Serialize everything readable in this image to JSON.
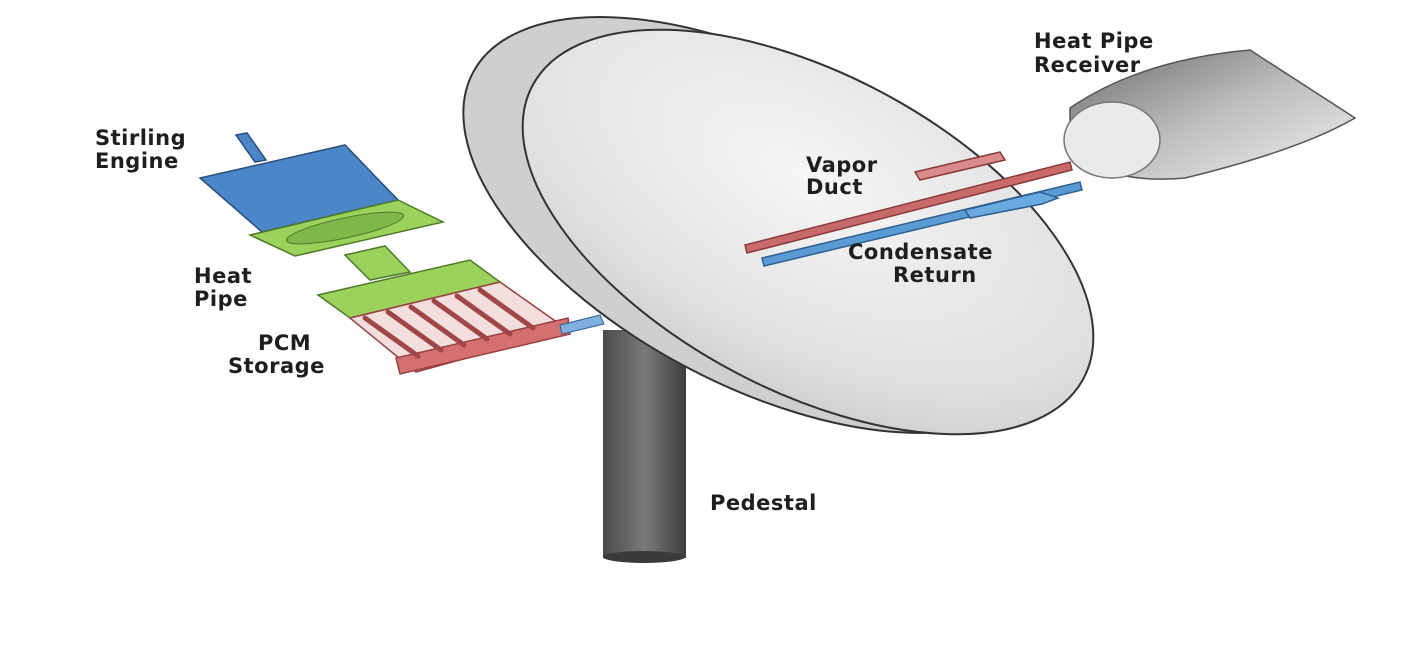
{
  "labels": {
    "heat_pipe_receiver": [
      "Heat Pipe",
      "Receiver"
    ],
    "stirling_engine": [
      "Stirling",
      "Engine"
    ],
    "vapor_duct": [
      "Vapor",
      "Duct"
    ],
    "condensate_return": [
      "Condensate",
      "Return"
    ],
    "heat_pipe": [
      "Heat",
      "Pipe"
    ],
    "pcm_storage": [
      "PCM",
      "Storage"
    ],
    "pedestal": "Pedestal"
  },
  "colors": {
    "engine_blue": "#4a86c8",
    "heat_pipe_green": "#9bd25c",
    "pcm_red": "#d4706f",
    "vapor_red": "#c96a6a",
    "condensate_blue": "#5b9bd5",
    "dish_grey": "#e4e4e4",
    "pedestal_grey": "#5e5e5e"
  }
}
